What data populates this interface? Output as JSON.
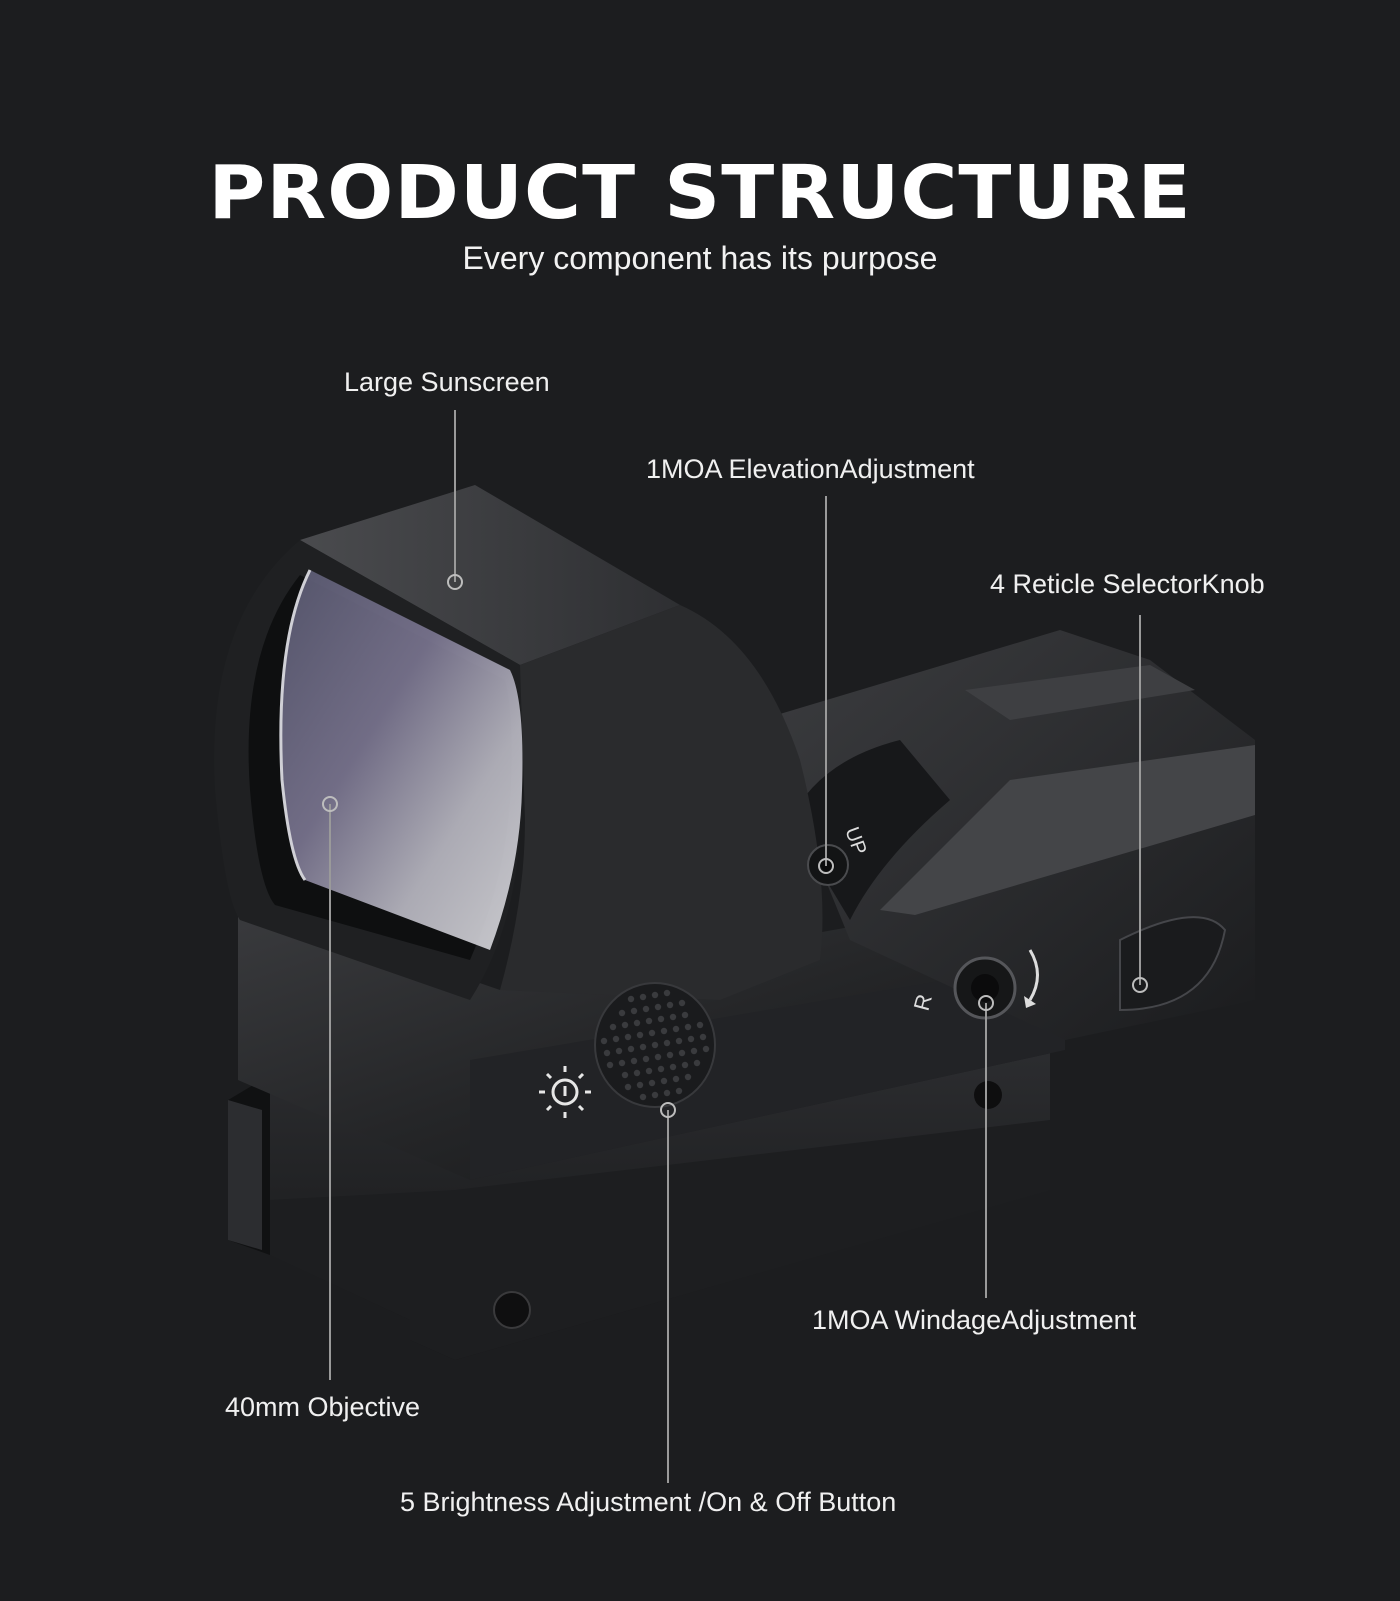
{
  "header": {
    "title": "PRODUCT STRUCTURE",
    "subtitle": "Every component has its purpose"
  },
  "callouts": {
    "sunscreen": "Large Sunscreen",
    "elevation": "1MOA ElevationAdjustment",
    "reticle": "4 Reticle SelectorKnob",
    "windage": "1MOA WindageAdjustment",
    "objective": "40mm Objective",
    "brightness": "5 Brightness Adjustment /On & Off Button"
  },
  "product": {
    "elevation_marking": "UP",
    "windage_marking": "R",
    "brightness_icon": "sun-brightness-icon"
  },
  "colors": {
    "background": "#1c1d1f",
    "body": "#2a2b2e",
    "leader": "#9a9a9a"
  }
}
